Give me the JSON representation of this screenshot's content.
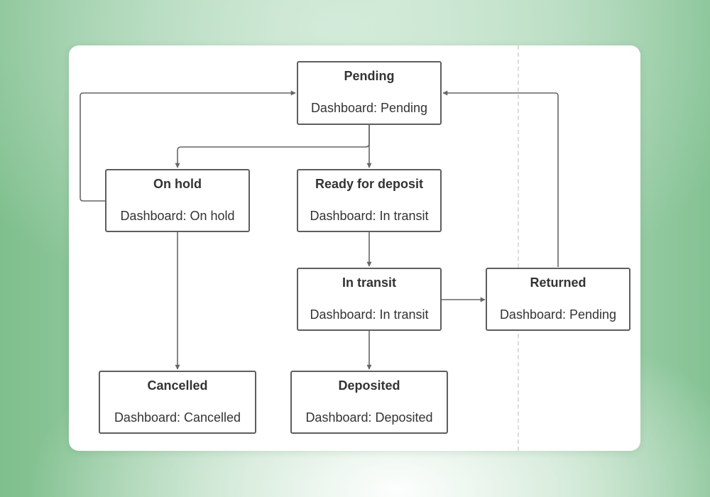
{
  "nodes": {
    "pending": {
      "title": "Pending",
      "subtitle": "Dashboard: Pending"
    },
    "on_hold": {
      "title": "On hold",
      "subtitle": "Dashboard: On hold"
    },
    "ready": {
      "title": "Ready for deposit",
      "subtitle": "Dashboard: In transit"
    },
    "in_transit": {
      "title": "In transit",
      "subtitle": "Dashboard: In transit"
    },
    "returned": {
      "title": "Returned",
      "subtitle": "Dashboard: Pending"
    },
    "cancelled": {
      "title": "Cancelled",
      "subtitle": "Dashboard: Cancelled"
    },
    "deposited": {
      "title": "Deposited",
      "subtitle": "Dashboard: Deposited"
    }
  },
  "colors": {
    "node_border": "#5e5e5e",
    "edge": "#666666",
    "divider": "#dcdcdc",
    "text": "#333333"
  }
}
